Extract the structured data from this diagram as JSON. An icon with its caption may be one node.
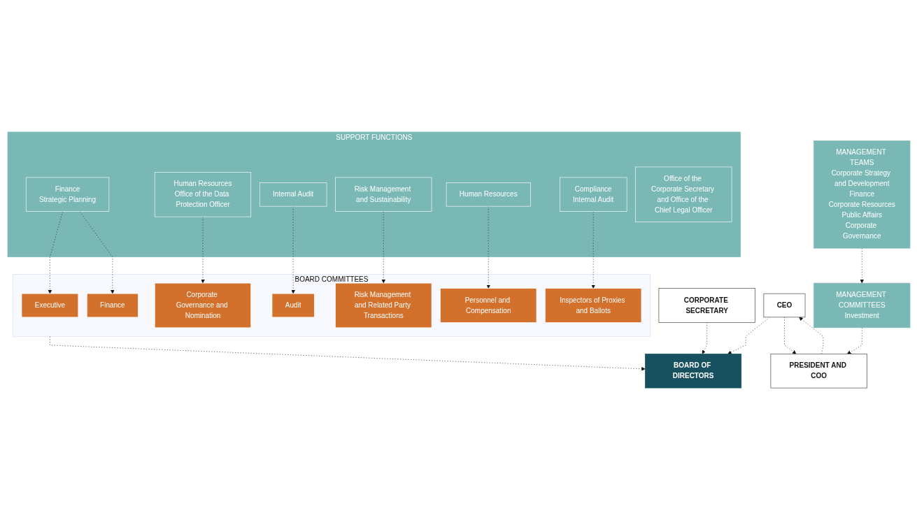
{
  "diagram": {
    "nodes": [
      {
        "text": [
          "BOARD OF DIRECTORS"
        ]
      },
      {
        "text": [
          "CORPORATE SECRETARY"
        ]
      },
      {
        "text": [
          "CEO"
        ]
      },
      {
        "text": [
          "PRESIDENT AND COO"
        ]
      },
      {
        "text": [
          "MANAGEMENT COMMITTEES",
          "Investment"
        ]
      },
      {
        "text": [
          "MANAGEMENT TEAMS",
          "Corporate Strategy and Development",
          "Finance",
          "Corporate Resources",
          "Public Affairs",
          "Corporate Governance"
        ]
      },
      {
        "text": [
          "BOARD COMMITTEES"
        ]
      },
      {
        "text": [
          "Executive"
        ],
        "in": 6
      },
      {
        "text": [
          "Finance"
        ],
        "in": 6
      },
      {
        "text": [
          "Corporate Governance and Nomination"
        ],
        "in": 6
      },
      {
        "text": [
          "Audit"
        ],
        "in": 6
      },
      {
        "text": [
          "Risk Management and Related Party Transactions"
        ],
        "in": 6
      },
      {
        "text": [
          "Personnel and Compensation"
        ],
        "in": 6
      },
      {
        "text": [
          "Inspectors of Proxies and Ballots"
        ],
        "in": 6
      },
      {
        "text": [
          "SUPPORT FUNCTIONS"
        ]
      },
      {
        "text": [
          "Finance",
          "Strategic Planning"
        ],
        "in": 14
      },
      {
        "text": [
          "Human Resources",
          "Office of the Data Protection Officer"
        ],
        "in": 14
      },
      {
        "text": [
          "Internal Audit"
        ],
        "in": 14
      },
      {
        "text": [
          "Risk Management and Sustainability"
        ],
        "in": 14
      },
      {
        "text": [
          "Human Resources"
        ],
        "in": 14
      },
      {
        "text": [
          "Compliance",
          "Internal Audit"
        ],
        "in": 14
      },
      {
        "text": [
          "Office of the Corporate Secretary and Office of the Chief Legal Officer"
        ],
        "in": 14
      }
    ],
    "edges": [
      {
        "from": 1,
        "to": 0,
        "arrow": "to",
        "style": "dashed"
      },
      {
        "from": 2,
        "to": 0,
        "arrow": "to",
        "style": "dashed"
      },
      {
        "from": 6,
        "to": 0,
        "arrow": "to",
        "style": "dashed"
      },
      {
        "from": 3,
        "to": 2,
        "arrow": "to",
        "style": "dashed"
      },
      {
        "from": 2,
        "to": 3,
        "arrow": "to",
        "style": "dashed"
      },
      {
        "from": 4,
        "to": 3,
        "arrow": "to",
        "style": "dashed"
      },
      {
        "from": 5,
        "to": 4,
        "arrow": "to",
        "style": "dashed"
      },
      {
        "from": 15,
        "to": 7,
        "arrow": "to",
        "style": "dashed"
      },
      {
        "from": 15,
        "to": 8,
        "arrow": "to",
        "style": "dashed"
      },
      {
        "from": 16,
        "to": 9,
        "arrow": "to",
        "style": "dashed"
      },
      {
        "from": 17,
        "to": 10,
        "arrow": "to",
        "style": "dashed"
      },
      {
        "from": 18,
        "to": 11,
        "arrow": "to",
        "style": "dashed"
      },
      {
        "from": 19,
        "to": 12,
        "arrow": "to",
        "style": "dashed"
      },
      {
        "from": 20,
        "to": 13,
        "arrow": "to",
        "style": "dashed"
      }
    ]
  }
}
